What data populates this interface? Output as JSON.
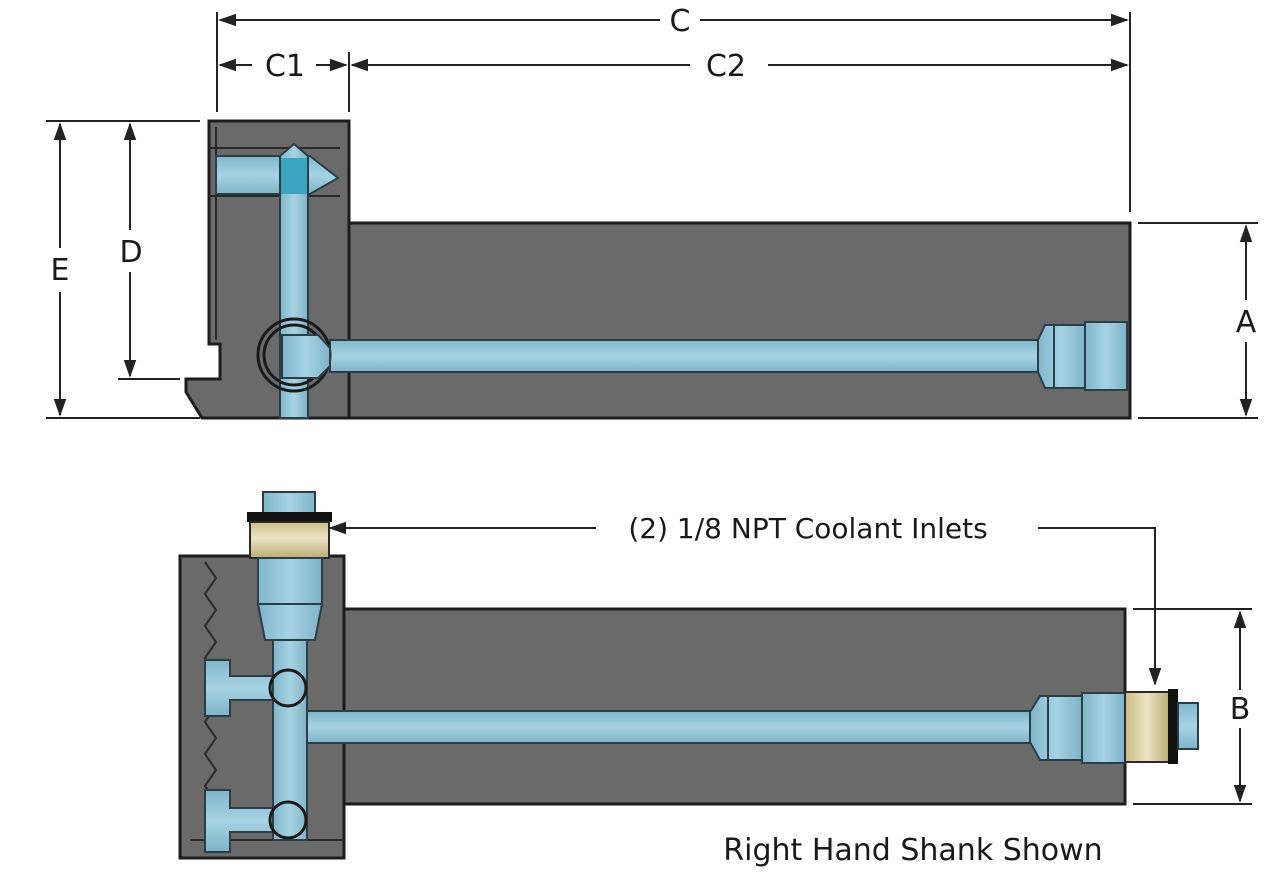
{
  "dimensions": {
    "c": "C",
    "c1": "C1",
    "c2": "C2",
    "e": "E",
    "d": "D",
    "a": "A",
    "b": "B"
  },
  "callout": {
    "coolant_inlets": "(2) 1/8  NPT Coolant Inlets"
  },
  "caption": "Right Hand Shank Shown",
  "colors": {
    "body": "#6a6a6a",
    "coolant": "#8fc3d6",
    "brass": "#d8cfa0",
    "outline": "#1c1c1c"
  }
}
